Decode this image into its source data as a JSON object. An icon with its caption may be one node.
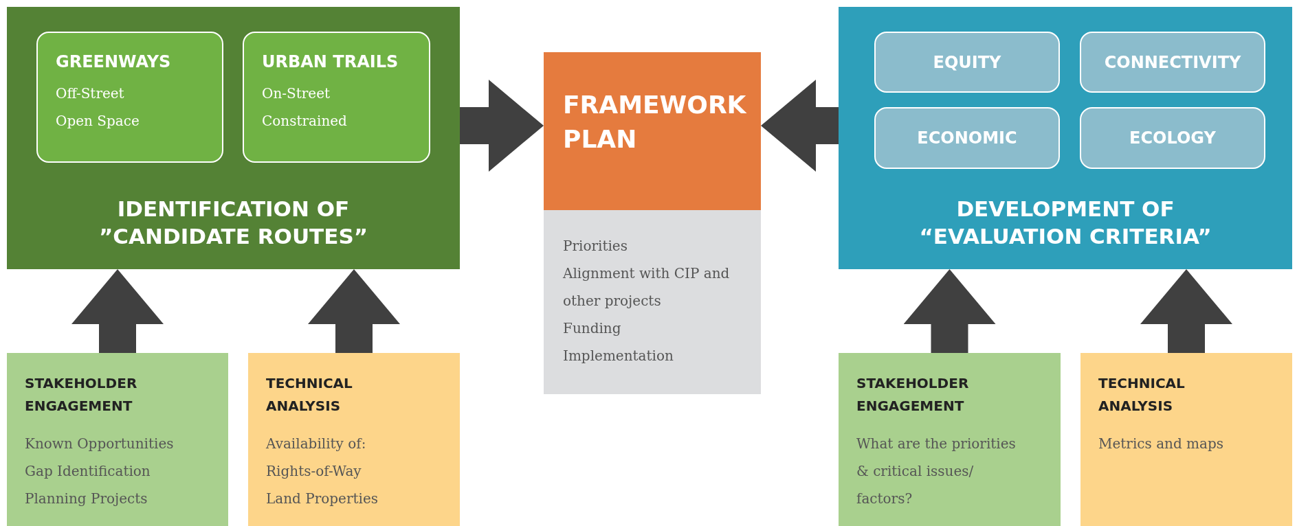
{
  "diagram": {
    "nodes": [
      {
        "text": [
          "IDENTIFICATION OF ”CANDIDATE ROUTES”"
        ]
      },
      {
        "text": [
          "GREENWAYS",
          "Off-Street",
          "Open Space"
        ],
        "in": 0
      },
      {
        "text": [
          "URBAN TRAILS",
          "On-Street",
          "Constrained"
        ],
        "in": 0
      },
      {
        "text": [
          "FRAMEWORK PLAN"
        ]
      },
      {
        "text": [
          "Priorities",
          "Alignment with CIP and other projects",
          "Funding",
          "Implementation"
        ]
      },
      {
        "text": [
          "DEVELOPMENT OF “EVALUATION CRITERIA”"
        ]
      },
      {
        "text": [
          "EQUITY"
        ],
        "in": 5
      },
      {
        "text": [
          "CONNECTIVITY"
        ],
        "in": 5
      },
      {
        "text": [
          "ECONOMIC"
        ],
        "in": 5
      },
      {
        "text": [
          "ECOLOGY"
        ],
        "in": 5
      },
      {
        "text": [
          "STAKEHOLDER ENGAGEMENT",
          "Known Opportunities",
          "Gap Identification",
          "Planning Projects"
        ]
      },
      {
        "text": [
          "TECHNICAL ANALYSIS",
          "Availability of:",
          "Rights-of-Way",
          "Land Properties"
        ]
      },
      {
        "text": [
          "STAKEHOLDER ENGAGEMENT",
          "What are the priorities & critical issues/ factors?"
        ]
      },
      {
        "text": [
          "TECHNICAL ANALYSIS",
          "Metrics and maps"
        ]
      }
    ],
    "edges": [
      {
        "from": 0,
        "to": 3,
        "arrow": "to"
      },
      {
        "from": 5,
        "to": 3,
        "arrow": "to"
      },
      {
        "from": 10,
        "to": 0,
        "arrow": "to"
      },
      {
        "from": 11,
        "to": 0,
        "arrow": "to"
      },
      {
        "from": 12,
        "to": 5,
        "arrow": "to"
      },
      {
        "from": 13,
        "to": 5,
        "arrow": "to"
      }
    ]
  }
}
